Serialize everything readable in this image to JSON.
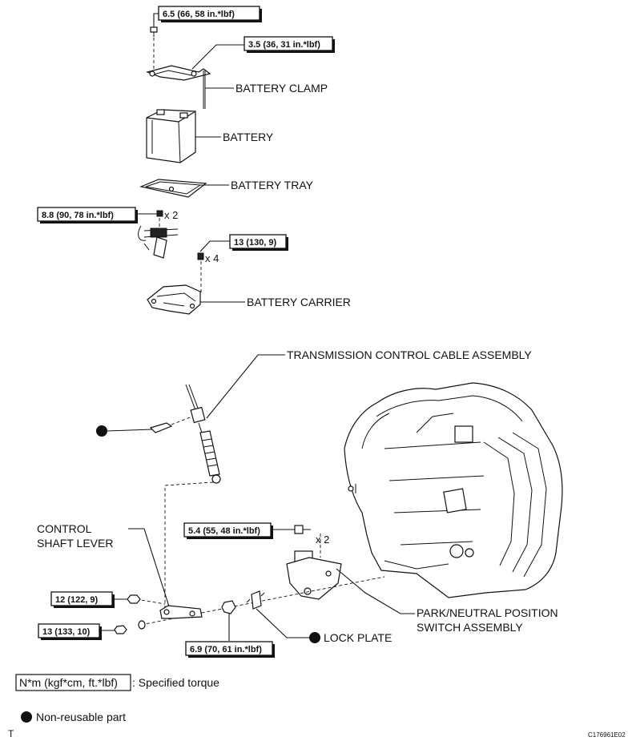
{
  "torques": {
    "t1": "6.5 (66, 58 in.*lbf)",
    "t2": "3.5 (36, 31 in.*lbf)",
    "t3": "8.8 (90, 78 in.*lbf)",
    "t4": "13 (130, 9)",
    "t5": "5.4 (55, 48 in.*lbf)",
    "t6": "12 (122, 9)",
    "t7": "13 (133, 10)",
    "t8": "6.9 (70, 61 in.*lbf)"
  },
  "quantities": {
    "q1": "x 2",
    "q2": "x 4",
    "q3": "x 2"
  },
  "labels": {
    "battery_clamp": "BATTERY CLAMP",
    "battery": "BATTERY",
    "battery_tray": "BATTERY TRAY",
    "battery_carrier": "BATTERY CARRIER",
    "tcc_assembly": "TRANSMISSION CONTROL CABLE ASSEMBLY",
    "control_line1": "CONTROL",
    "control_line2": "SHAFT LEVER",
    "pnp_line1": "PARK/NEUTRAL POSITION",
    "pnp_line2": "SWITCH ASSEMBLY",
    "lock_plate": "LOCK PLATE"
  },
  "legend": {
    "torque_unit": "N*m (kgf*cm, ft.*lbf)",
    "torque_desc": ": Specified torque",
    "nonreusable": "Non-reusable part"
  },
  "footer": {
    "left_mark": "T",
    "code": "C176961E02"
  }
}
